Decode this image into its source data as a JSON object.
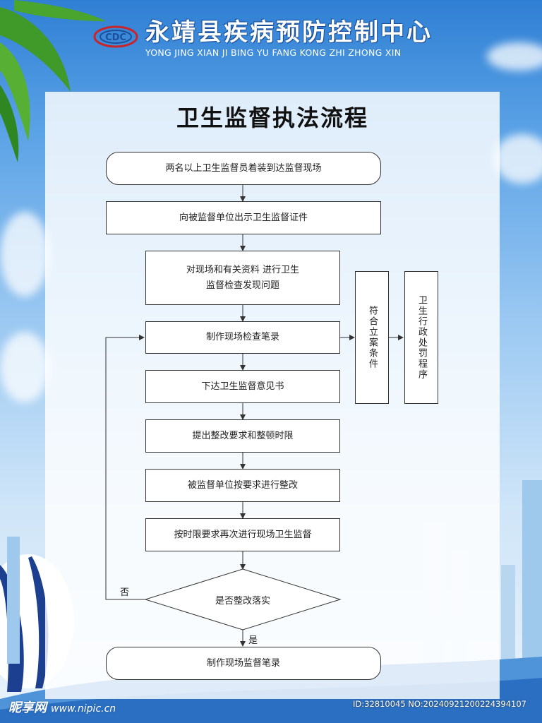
{
  "header": {
    "org_name": "永靖县疾病预防控制中心",
    "org_pinyin": "YONG JING XIAN JI BING YU FANG KONG ZHI ZHONG XIN",
    "logo_text": "CDC"
  },
  "title": "卫生监督执法流程",
  "flow": {
    "steps": [
      "两名以上卫生监督员着装到达监督现场",
      "向被监督单位出示卫生监督证件",
      "对现场和有关资料 进行卫生监督检查发现问题",
      "制作现场检查笔录",
      "下达卫生监督意见书",
      "提出整改要求和整顿时限",
      "被监督单位按要求进行整改",
      "按时限要求再次进行现场卫生监督"
    ],
    "step3_line1": "对现场和有关资料 进行卫生",
    "step3_line2": "监督检查发现问题",
    "decision": "是否整改落实",
    "no_label": "否",
    "yes_label": "是",
    "final": "制作现场监督笔录",
    "side_box_1": "符合立案条件",
    "side_box_2": "卫生行政处罚程序"
  },
  "footer": {
    "watermark": "昵享网",
    "watermark_url": "www.nipic.cn",
    "id_text": "ID:32810045 NO:20240921200224394107"
  },
  "colors": {
    "sky_top": "#2f7fd4",
    "title_blue": "#1a4f9a"
  }
}
